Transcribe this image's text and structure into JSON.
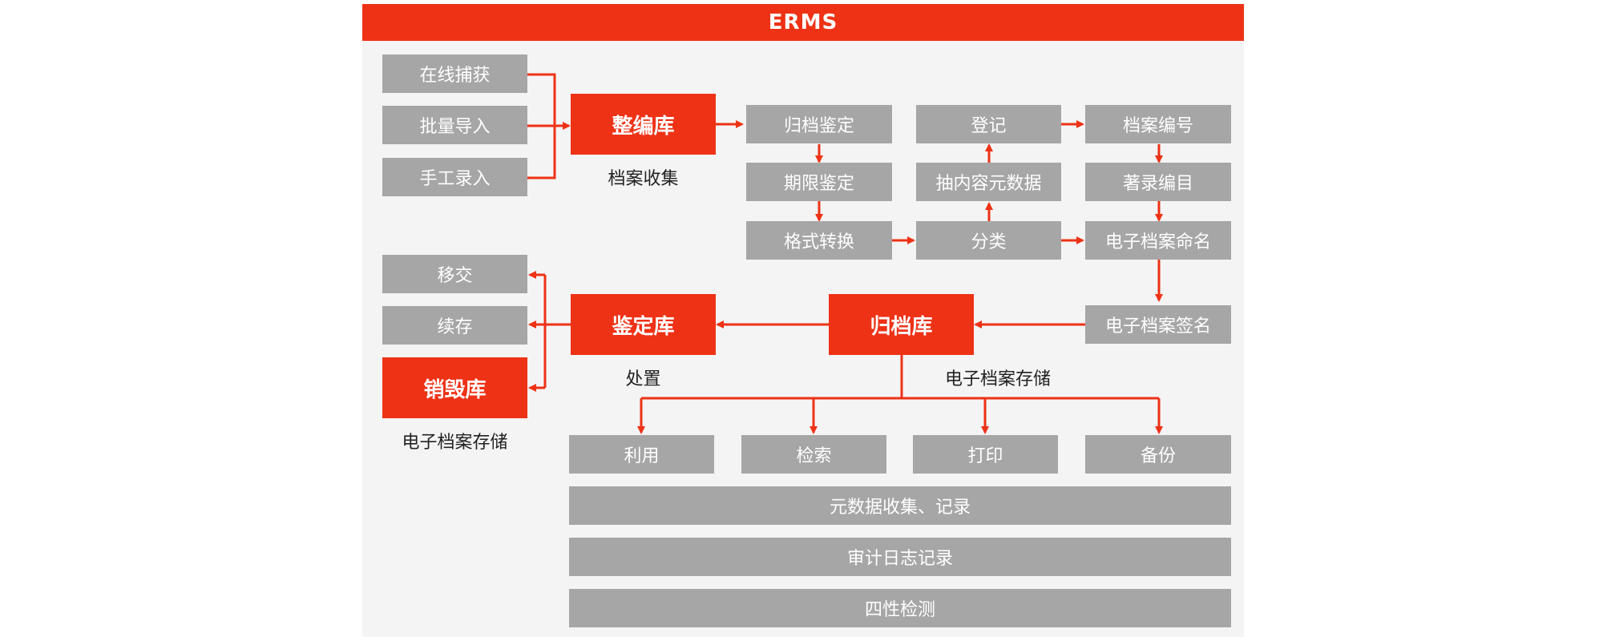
{
  "title": "ERMS",
  "colors": {
    "accent": "#ee3216",
    "box": "#a6a6a6",
    "panel": "#f4f4f4"
  },
  "capture": {
    "online": "在线捕获",
    "batch": "批量导入",
    "manual": "手工录入"
  },
  "libraries": {
    "compile": "整编库",
    "compile_caption": "档案收集",
    "appraisal": "鉴定库",
    "appraisal_caption": "处置",
    "archive": "归档库",
    "archive_caption": "电子档案存储",
    "destroy": "销毁库",
    "destroy_caption": "电子档案存储"
  },
  "flow": {
    "archive_appraisal": "归档鉴定",
    "period_appraisal": "期限鉴定",
    "format_convert": "格式转换",
    "register": "登记",
    "extract_metadata": "抽内容元数据",
    "classify": "分类",
    "archive_number": "档案编号",
    "catalog": "著录编目",
    "naming": "电子档案命名",
    "signature": "电子档案签名"
  },
  "disposal": {
    "transfer": "移交",
    "retain": "续存"
  },
  "services": {
    "use": "利用",
    "search": "检索",
    "print": "打印",
    "backup": "备份"
  },
  "bars": {
    "metadata": "元数据收集、记录",
    "audit": "审计日志记录",
    "check": "四性检测"
  }
}
